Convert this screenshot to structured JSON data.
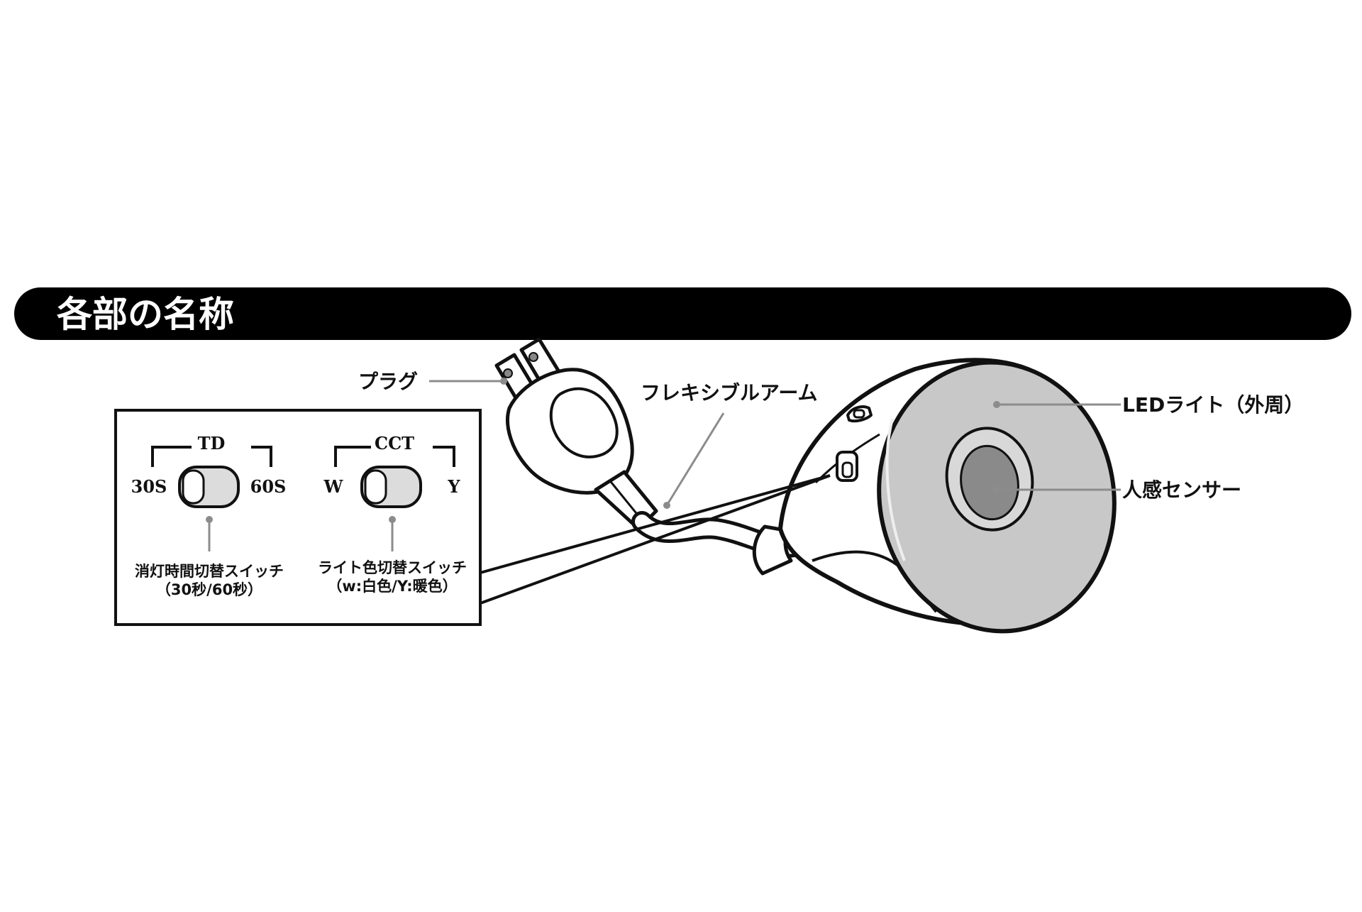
{
  "section_title": "各部の名称",
  "labels": {
    "plug": "プラグ",
    "flexible_arm": "フレキシブルアーム",
    "led_light": "LEDライト（外周）",
    "motion_sensor": "人感センサー"
  },
  "inset": {
    "td_switch": {
      "title": "TD",
      "left": "30S",
      "right": "60S",
      "caption_line1": "消灯時間切替スイッチ",
      "caption_line2": "（30秒/60秒）"
    },
    "cct_switch": {
      "title": "CCT",
      "left": "W",
      "right": "Y",
      "caption_line1": "ライト色切替スイッチ",
      "caption_line2": "（w:白色/Y:暖色）"
    }
  },
  "colors": {
    "ink": "#111111",
    "leader": "#8c8c8c",
    "lamp_face": "#c8c8c8",
    "sensor": "#8a8a8a",
    "switch_fill": "#dcdcdc"
  }
}
